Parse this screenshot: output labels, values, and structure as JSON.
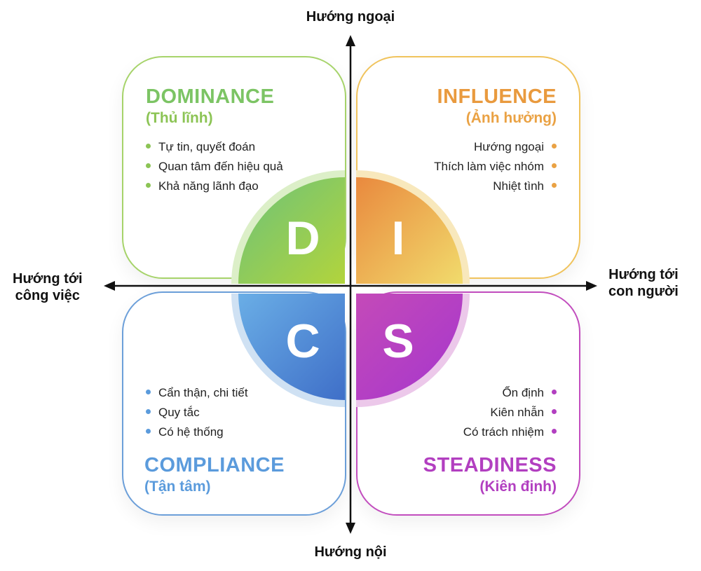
{
  "axes": {
    "top": "Hướng ngoại",
    "bottom": "Hướng nội",
    "left_line1": "Hướng tới",
    "left_line2": "công việc",
    "right_line1": "Hướng tới",
    "right_line2": "con người"
  },
  "quadrants": {
    "d": {
      "letter": "D",
      "title": "DOMINANCE",
      "subtitle": "(Thủ lĩnh)",
      "traits": [
        "Tự tin, quyết đoán",
        "Quan tâm đến hiệu quả",
        "Khả năng lãnh đạo"
      ],
      "color": "#8cc455"
    },
    "i": {
      "letter": "I",
      "title": "INFLUENCE",
      "subtitle": "(Ảnh hưởng)",
      "traits": [
        "Hướng ngoại",
        "Thích làm việc nhóm",
        "Nhiệt tình"
      ],
      "color": "#eaa244"
    },
    "c": {
      "letter": "C",
      "title": "COMPLIANCE",
      "subtitle": "(Tận tâm)",
      "traits": [
        "Cẩn thận, chi tiết",
        "Quy tắc",
        "Có hệ thống"
      ],
      "color": "#5b9bdc"
    },
    "s": {
      "letter": "S",
      "title": "STEADINESS",
      "subtitle": "(Kiên định)",
      "traits": [
        "Ổn định",
        "Kiên nhẫn",
        "Có trách nhiệm"
      ],
      "color": "#b23fc0"
    }
  }
}
